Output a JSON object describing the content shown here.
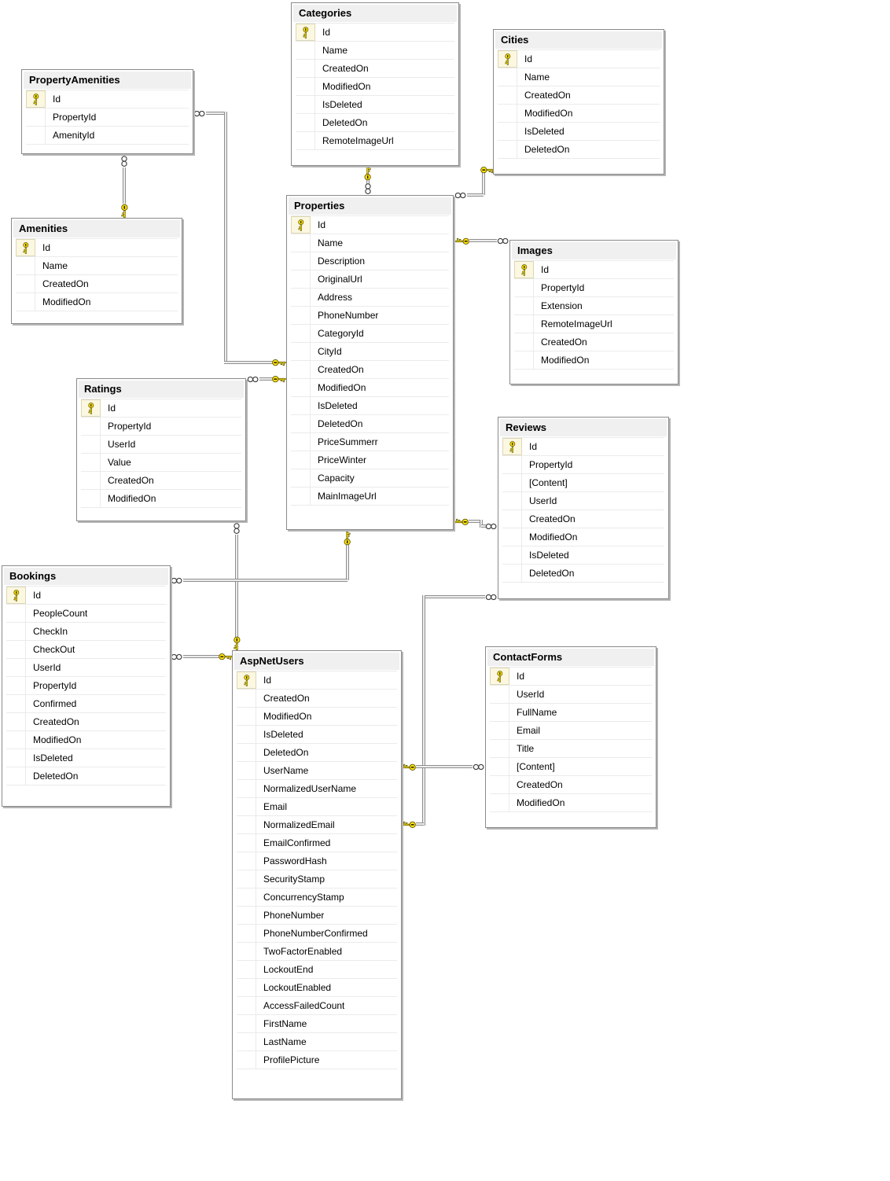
{
  "diagram": {
    "tables": [
      {
        "name": "PropertyAmenities",
        "fields": [
          {
            "name": "Id",
            "pk": true
          },
          {
            "name": "PropertyId",
            "pk": false
          },
          {
            "name": "AmenityId",
            "pk": false
          }
        ]
      },
      {
        "name": "Categories",
        "fields": [
          {
            "name": "Id",
            "pk": true
          },
          {
            "name": "Name",
            "pk": false
          },
          {
            "name": "CreatedOn",
            "pk": false
          },
          {
            "name": "ModifiedOn",
            "pk": false
          },
          {
            "name": "IsDeleted",
            "pk": false
          },
          {
            "name": "DeletedOn",
            "pk": false
          },
          {
            "name": "RemoteImageUrl",
            "pk": false
          }
        ]
      },
      {
        "name": "Cities",
        "fields": [
          {
            "name": "Id",
            "pk": true
          },
          {
            "name": "Name",
            "pk": false
          },
          {
            "name": "CreatedOn",
            "pk": false
          },
          {
            "name": "ModifiedOn",
            "pk": false
          },
          {
            "name": "IsDeleted",
            "pk": false
          },
          {
            "name": "DeletedOn",
            "pk": false
          }
        ]
      },
      {
        "name": "Amenities",
        "fields": [
          {
            "name": "Id",
            "pk": true
          },
          {
            "name": "Name",
            "pk": false
          },
          {
            "name": "CreatedOn",
            "pk": false
          },
          {
            "name": "ModifiedOn",
            "pk": false
          }
        ]
      },
      {
        "name": "Properties",
        "fields": [
          {
            "name": "Id",
            "pk": true
          },
          {
            "name": "Name",
            "pk": false
          },
          {
            "name": "Description",
            "pk": false
          },
          {
            "name": "OriginalUrl",
            "pk": false
          },
          {
            "name": "Address",
            "pk": false
          },
          {
            "name": "PhoneNumber",
            "pk": false
          },
          {
            "name": "CategoryId",
            "pk": false
          },
          {
            "name": "CityId",
            "pk": false
          },
          {
            "name": "CreatedOn",
            "pk": false
          },
          {
            "name": "ModifiedOn",
            "pk": false
          },
          {
            "name": "IsDeleted",
            "pk": false
          },
          {
            "name": "DeletedOn",
            "pk": false
          },
          {
            "name": "PriceSummerr",
            "pk": false
          },
          {
            "name": "PriceWinter",
            "pk": false
          },
          {
            "name": "Capacity",
            "pk": false
          },
          {
            "name": "MainImageUrl",
            "pk": false
          }
        ]
      },
      {
        "name": "Images",
        "fields": [
          {
            "name": "Id",
            "pk": true
          },
          {
            "name": "PropertyId",
            "pk": false
          },
          {
            "name": "Extension",
            "pk": false
          },
          {
            "name": "RemoteImageUrl",
            "pk": false
          },
          {
            "name": "CreatedOn",
            "pk": false
          },
          {
            "name": "ModifiedOn",
            "pk": false
          }
        ]
      },
      {
        "name": "Ratings",
        "fields": [
          {
            "name": "Id",
            "pk": true
          },
          {
            "name": "PropertyId",
            "pk": false
          },
          {
            "name": "UserId",
            "pk": false
          },
          {
            "name": "Value",
            "pk": false
          },
          {
            "name": "CreatedOn",
            "pk": false
          },
          {
            "name": "ModifiedOn",
            "pk": false
          }
        ]
      },
      {
        "name": "Reviews",
        "fields": [
          {
            "name": "Id",
            "pk": true
          },
          {
            "name": "PropertyId",
            "pk": false
          },
          {
            "name": "[Content]",
            "pk": false
          },
          {
            "name": "UserId",
            "pk": false
          },
          {
            "name": "CreatedOn",
            "pk": false
          },
          {
            "name": "ModifiedOn",
            "pk": false
          },
          {
            "name": "IsDeleted",
            "pk": false
          },
          {
            "name": "DeletedOn",
            "pk": false
          }
        ]
      },
      {
        "name": "Bookings",
        "fields": [
          {
            "name": "Id",
            "pk": true
          },
          {
            "name": "PeopleCount",
            "pk": false
          },
          {
            "name": "CheckIn",
            "pk": false
          },
          {
            "name": "CheckOut",
            "pk": false
          },
          {
            "name": "UserId",
            "pk": false
          },
          {
            "name": "PropertyId",
            "pk": false
          },
          {
            "name": "Confirmed",
            "pk": false
          },
          {
            "name": "CreatedOn",
            "pk": false
          },
          {
            "name": "ModifiedOn",
            "pk": false
          },
          {
            "name": "IsDeleted",
            "pk": false
          },
          {
            "name": "DeletedOn",
            "pk": false
          }
        ]
      },
      {
        "name": "AspNetUsers",
        "fields": [
          {
            "name": "Id",
            "pk": true
          },
          {
            "name": "CreatedOn",
            "pk": false
          },
          {
            "name": "ModifiedOn",
            "pk": false
          },
          {
            "name": "IsDeleted",
            "pk": false
          },
          {
            "name": "DeletedOn",
            "pk": false
          },
          {
            "name": "UserName",
            "pk": false
          },
          {
            "name": "NormalizedUserName",
            "pk": false
          },
          {
            "name": "Email",
            "pk": false
          },
          {
            "name": "NormalizedEmail",
            "pk": false
          },
          {
            "name": "EmailConfirmed",
            "pk": false
          },
          {
            "name": "PasswordHash",
            "pk": false
          },
          {
            "name": "SecurityStamp",
            "pk": false
          },
          {
            "name": "ConcurrencyStamp",
            "pk": false
          },
          {
            "name": "PhoneNumber",
            "pk": false
          },
          {
            "name": "PhoneNumberConfirmed",
            "pk": false
          },
          {
            "name": "TwoFactorEnabled",
            "pk": false
          },
          {
            "name": "LockoutEnd",
            "pk": false
          },
          {
            "name": "LockoutEnabled",
            "pk": false
          },
          {
            "name": "AccessFailedCount",
            "pk": false
          },
          {
            "name": "FirstName",
            "pk": false
          },
          {
            "name": "LastName",
            "pk": false
          },
          {
            "name": "ProfilePicture",
            "pk": false
          }
        ]
      },
      {
        "name": "ContactForms",
        "fields": [
          {
            "name": "Id",
            "pk": true
          },
          {
            "name": "UserId",
            "pk": false
          },
          {
            "name": "FullName",
            "pk": false
          },
          {
            "name": "Email",
            "pk": false
          },
          {
            "name": "Title",
            "pk": false
          },
          {
            "name": "[Content]",
            "pk": false
          },
          {
            "name": "CreatedOn",
            "pk": false
          },
          {
            "name": "ModifiedOn",
            "pk": false
          }
        ]
      }
    ],
    "relationships": [
      {
        "one": "Amenities",
        "many": "PropertyAmenities"
      },
      {
        "one": "Properties",
        "many": "PropertyAmenities"
      },
      {
        "one": "Categories",
        "many": "Properties"
      },
      {
        "one": "Cities",
        "many": "Properties"
      },
      {
        "one": "Properties",
        "many": "Images"
      },
      {
        "one": "Properties",
        "many": "Ratings"
      },
      {
        "one": "AspNetUsers",
        "many": "Ratings"
      },
      {
        "one": "Properties",
        "many": "Bookings"
      },
      {
        "one": "Properties",
        "many": "Reviews"
      },
      {
        "one": "AspNetUsers",
        "many": "Reviews"
      },
      {
        "one": "AspNetUsers",
        "many": "Bookings"
      },
      {
        "one": "AspNetUsers",
        "many": "ContactForms"
      }
    ],
    "icons": {
      "primary_key": "key-icon",
      "relationship_one_end": "key-icon",
      "relationship_many_end": "infinity-icon"
    },
    "colors": {
      "table_header_bg": "#f0f0f0",
      "key_yellow": "#ffe20a",
      "connector_gray": "#8f8f8f",
      "canvas_bg": "#ffffff"
    }
  }
}
